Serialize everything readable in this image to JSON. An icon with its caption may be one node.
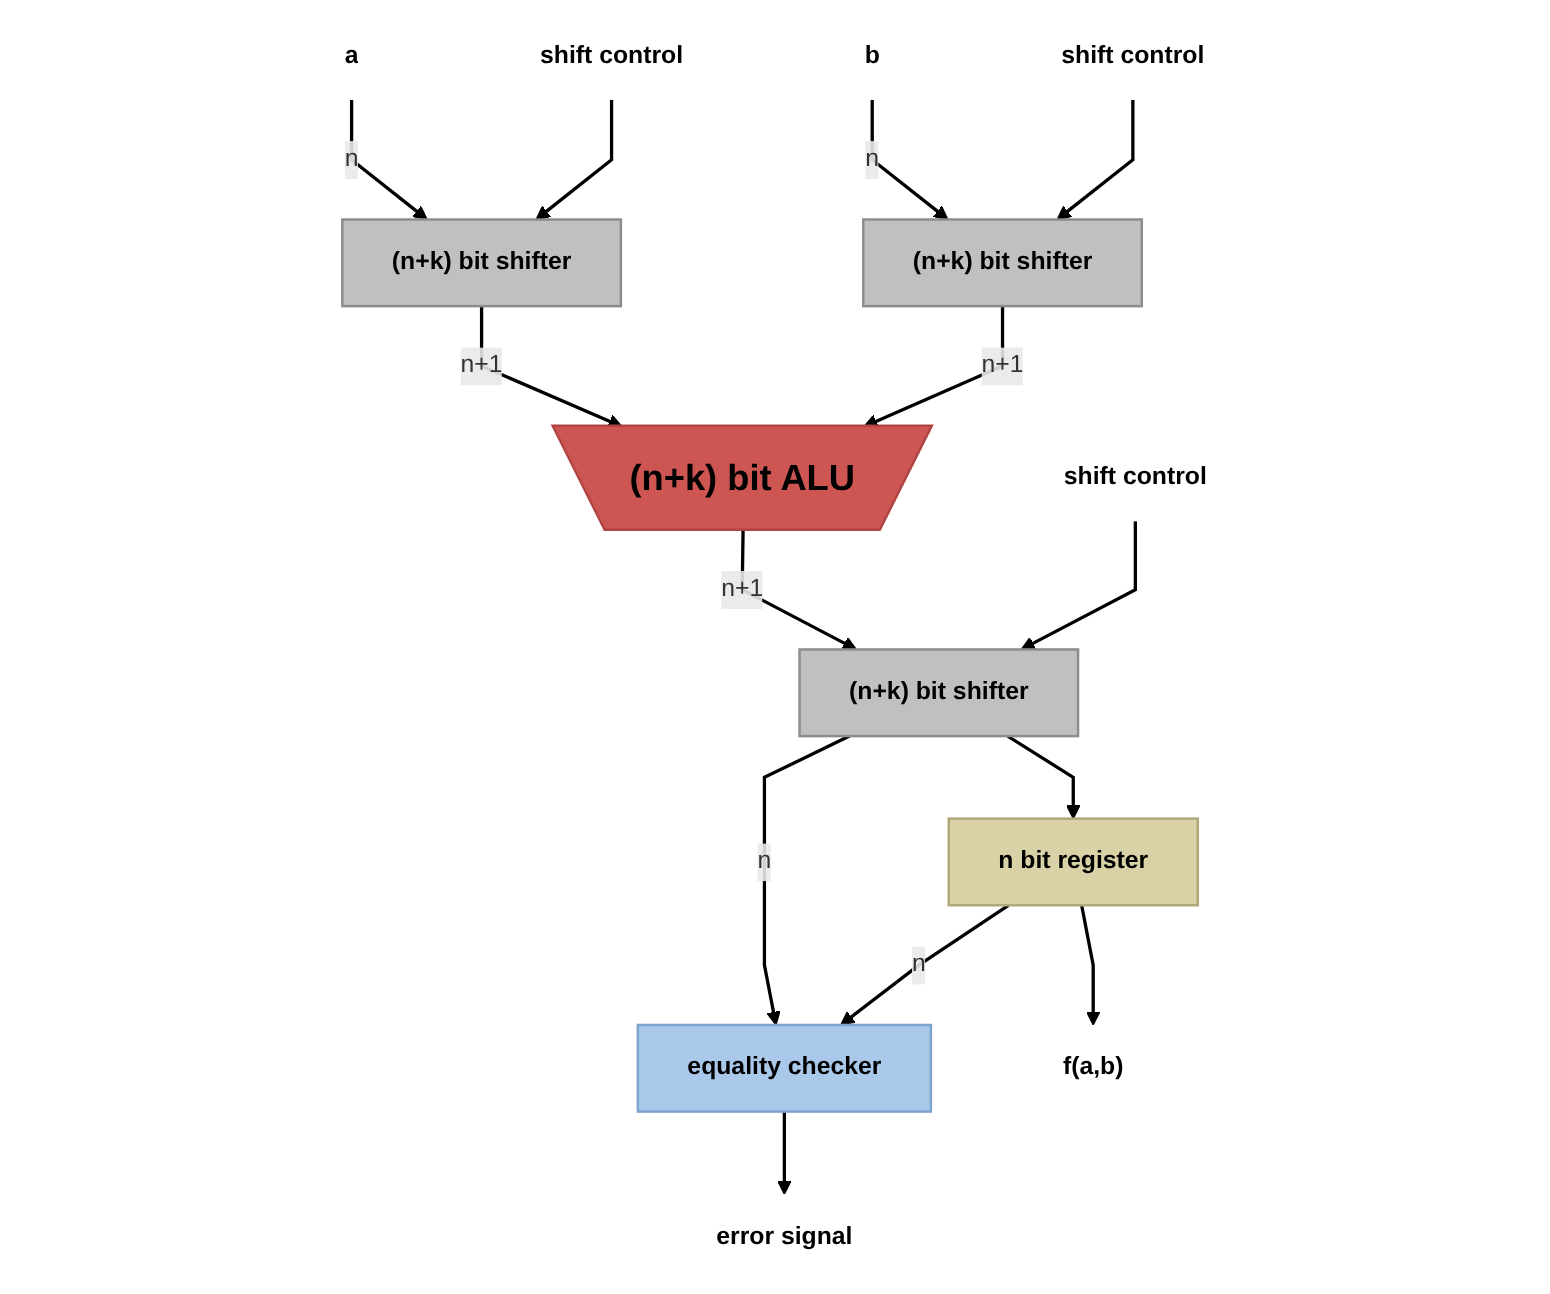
{
  "diagram": {
    "nodes": [
      {
        "text": [
          "a"
        ]
      },
      {
        "text": [
          "b"
        ]
      },
      {
        "text": [
          "shift control"
        ]
      },
      {
        "text": [
          "(n+k) bit shifter"
        ]
      },
      {
        "text": [
          "(n+k) bit shifter"
        ]
      },
      {
        "text": [
          "shift control"
        ]
      },
      {
        "text": [
          "(n+k) bit ALU"
        ]
      },
      {
        "text": [
          "(n+k) bit shifter"
        ]
      },
      {
        "text": [
          "shift control"
        ]
      },
      {
        "text": [
          "equality checker"
        ]
      },
      {
        "text": [
          "n bit register"
        ]
      },
      {
        "text": [
          "error signal"
        ]
      },
      {
        "text": [
          "f(a,b)"
        ]
      }
    ],
    "edges": [
      {
        "from": 0,
        "to": 3,
        "arrow": "to",
        "label": "n"
      },
      {
        "from": 1,
        "to": 4,
        "arrow": "to",
        "label": "n"
      },
      {
        "from": 2,
        "to": 3,
        "arrow": "to"
      },
      {
        "from": 5,
        "to": 4,
        "arrow": "to"
      },
      {
        "from": 3,
        "to": 6,
        "arrow": "to",
        "label": "n+1"
      },
      {
        "from": 4,
        "to": 6,
        "arrow": "to",
        "label": "n+1"
      },
      {
        "from": 6,
        "to": 7,
        "arrow": "to",
        "label": "n+1"
      },
      {
        "from": 8,
        "to": 7,
        "arrow": "to"
      },
      {
        "from": 7,
        "to": 9,
        "arrow": "to",
        "label": "n"
      },
      {
        "from": 7,
        "to": 10,
        "arrow": "to"
      },
      {
        "from": 10,
        "to": 9,
        "arrow": "to",
        "label": "n"
      },
      {
        "from": 10,
        "to": 12,
        "arrow": "to"
      },
      {
        "from": 9,
        "to": 11,
        "arrow": "to"
      }
    ]
  }
}
